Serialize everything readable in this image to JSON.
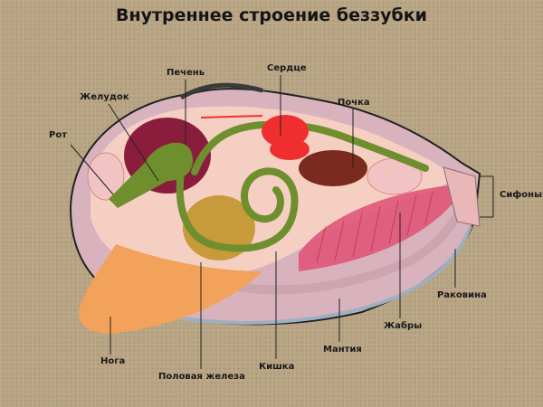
{
  "title": "Внутреннее строение беззубки",
  "labels": {
    "mouth": "Рот",
    "stomach": "Желудок",
    "liver": "Печень",
    "heart": "Сердце",
    "kidney": "Почка",
    "siphons": "Сифоны",
    "shell": "Раковина",
    "gills": "Жабры",
    "mantle": "Мантия",
    "intestine": "Кишка",
    "gonad": "Половая железа",
    "foot": "Нога"
  },
  "colors": {
    "background": "#b9a584",
    "body": "#f6cfc3",
    "mantle": "#d8b3bd",
    "liver": "#8a1d3c",
    "gut": "#6f8f2e",
    "heart": "#ef2f2f",
    "kidney": "#7a2a1e",
    "gills": "#e0557a",
    "foot": "#f2a25a",
    "gonad": "#c79a3a"
  }
}
